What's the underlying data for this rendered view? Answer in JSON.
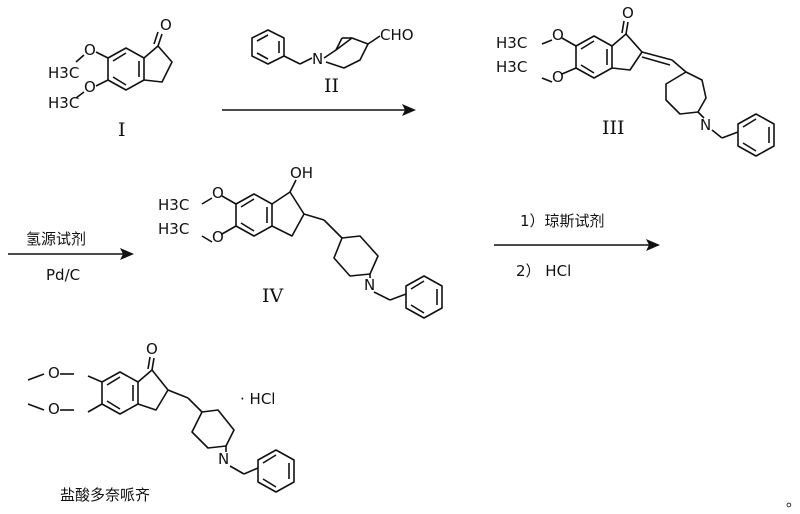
{
  "compounds": {
    "I": {
      "label": "I",
      "atoms": {
        "carbonyl_o": "O",
        "ome1": "O",
        "ome2": "O",
        "me1": "H3C",
        "me2": "H3C"
      }
    },
    "II": {
      "label": "II",
      "atoms": {
        "n": "N",
        "cho": "CHO"
      }
    },
    "III": {
      "label": "III",
      "atoms": {
        "carbonyl_o": "O",
        "n": "N",
        "ome1": "O",
        "ome2": "O",
        "me1": "H3C",
        "me2": "H3C"
      }
    },
    "IV": {
      "label": "IV",
      "atoms": {
        "oh": "OH",
        "n": "N",
        "ome1": "O",
        "ome2": "O",
        "me1": "H3C",
        "me2": "H3C"
      }
    },
    "product": {
      "name": "盐酸多奈哌齐",
      "atoms": {
        "carbonyl_o": "O",
        "n": "N",
        "ome1": "O",
        "ome2": "O"
      },
      "salt": "· HCl"
    }
  },
  "arrows": {
    "step2": {
      "above": "氢源试剂",
      "below": "Pd/C"
    },
    "step3": {
      "above": "1）琼斯试剂",
      "below": "2） HCl"
    }
  },
  "footnote": "。"
}
